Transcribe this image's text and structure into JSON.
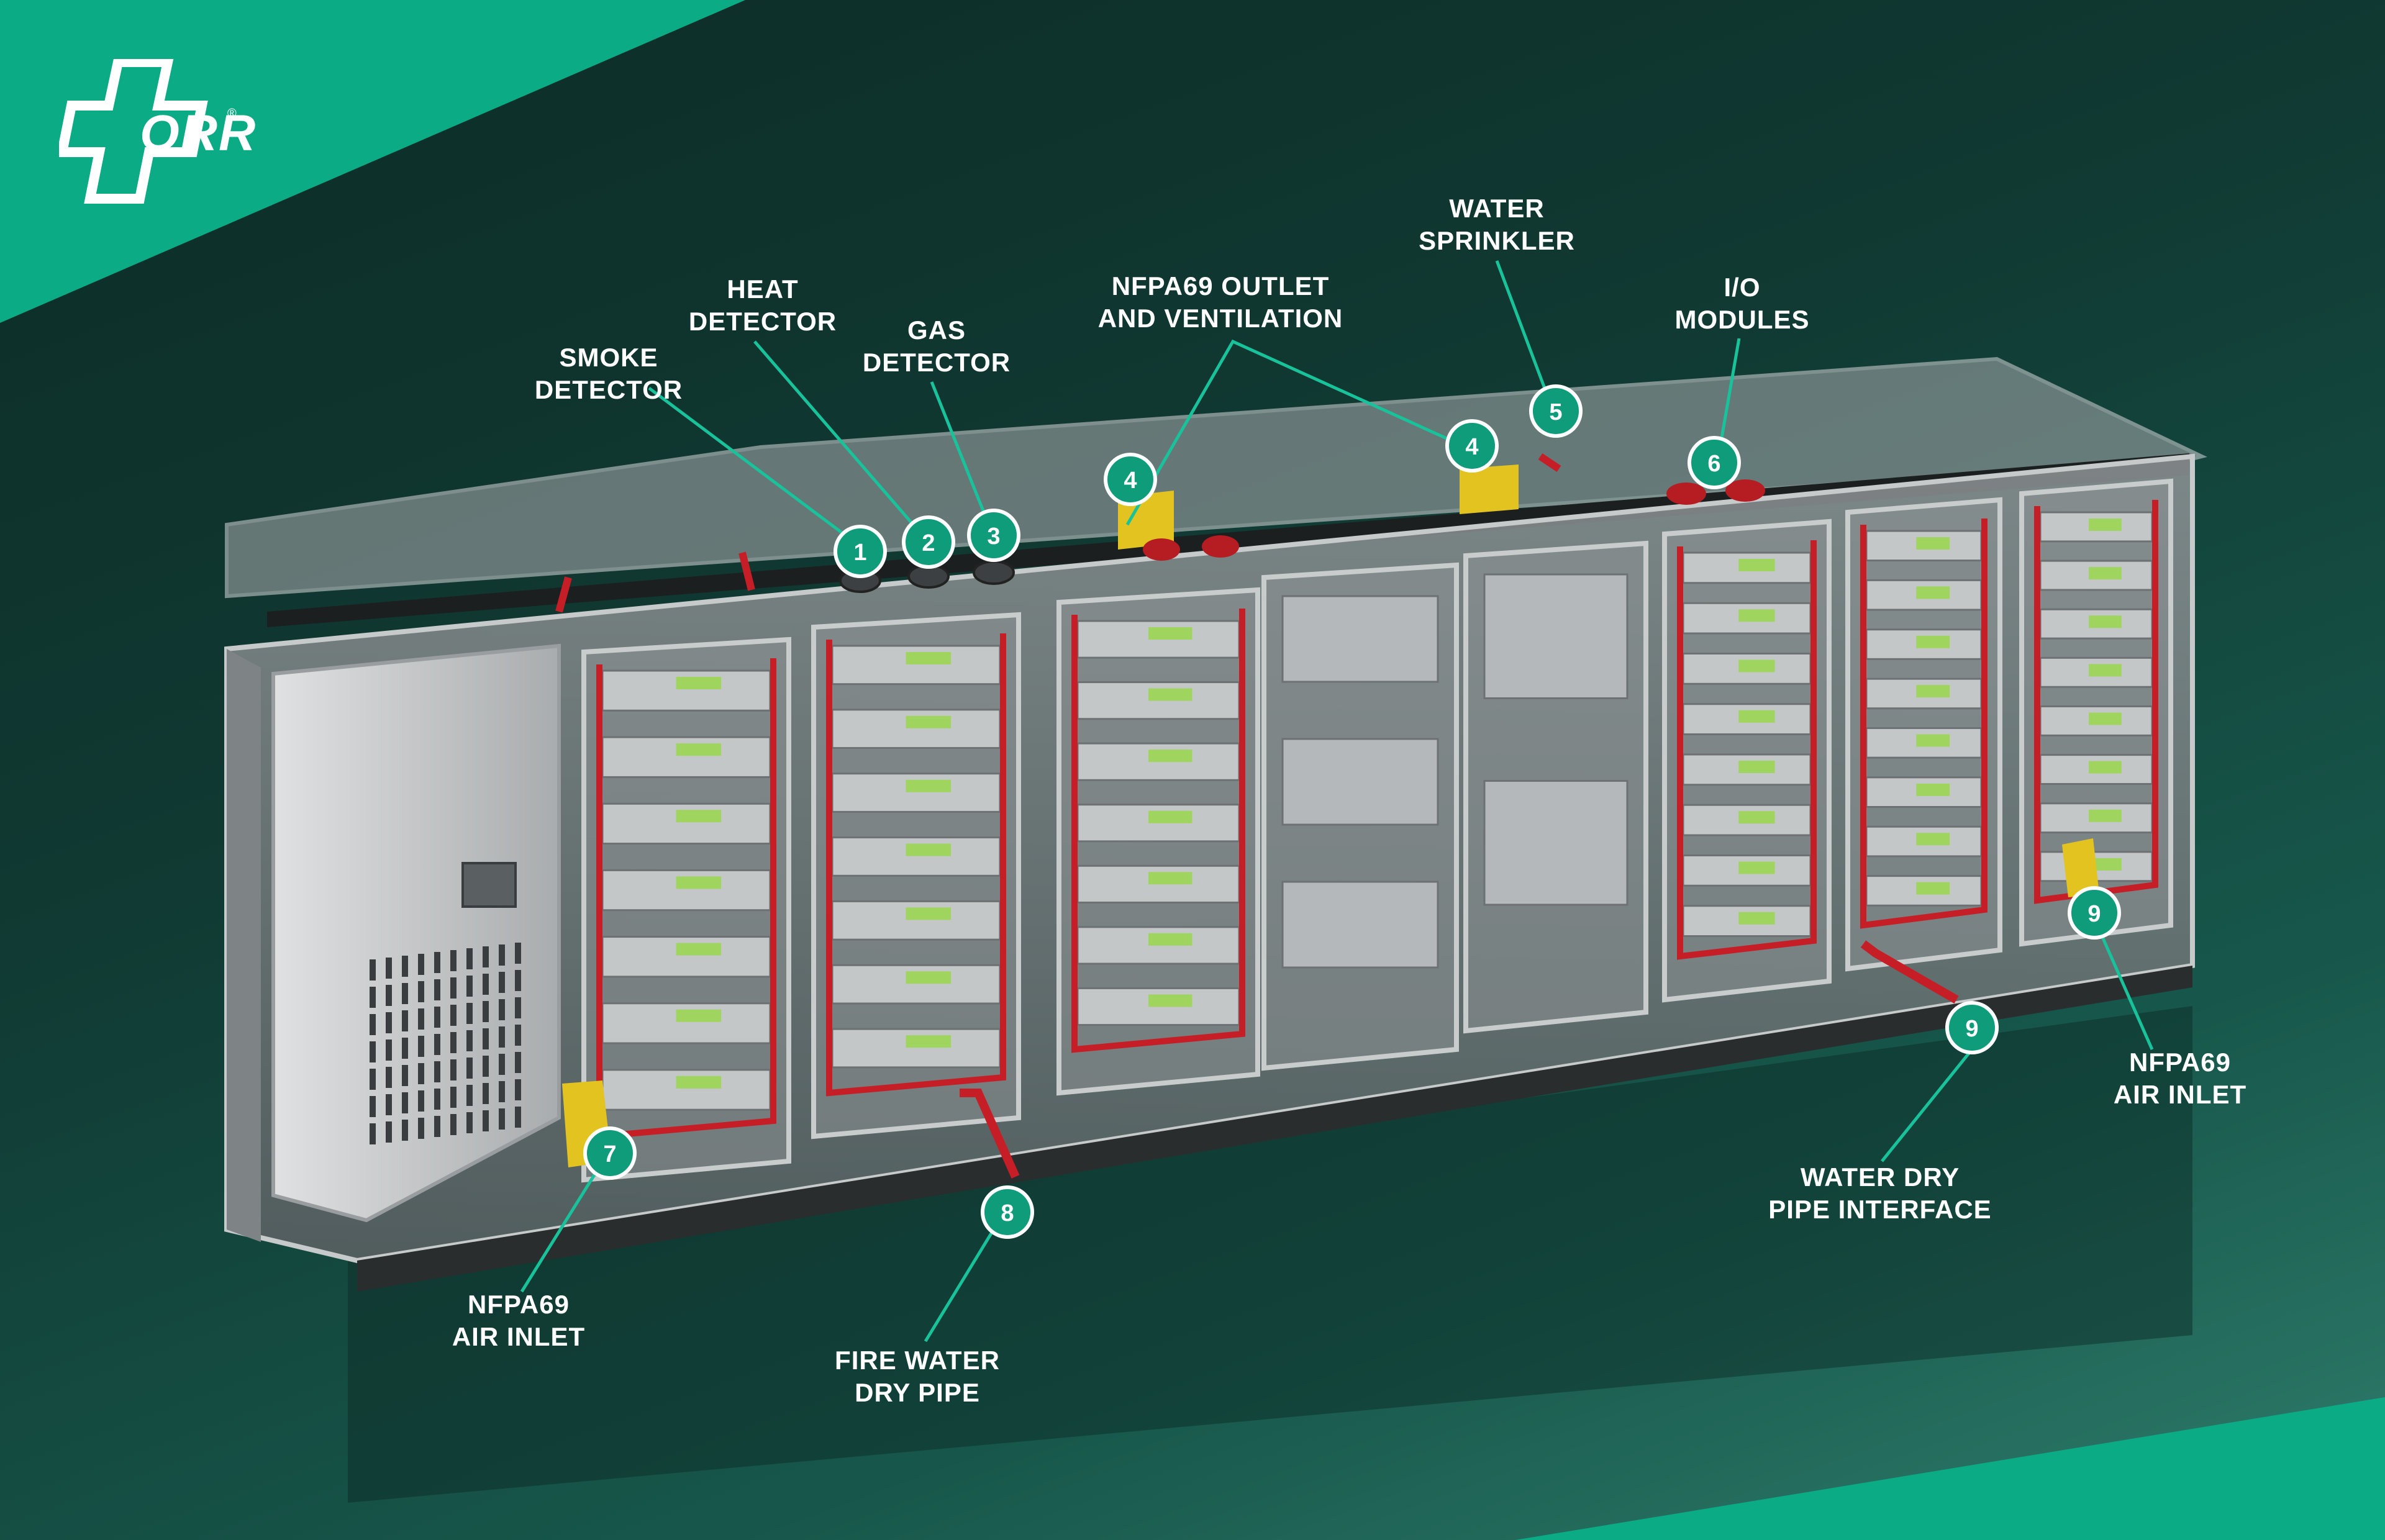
{
  "logo": {
    "text": "ORR",
    "mark": "®"
  },
  "labels": {
    "smoke": "SMOKE\nDETECTOR",
    "heat": "HEAT\nDETECTOR",
    "gas": "GAS\nDETECTOR",
    "outlet": "NFPA69 OUTLET\nAND VENTILATION",
    "sprinkler": "WATER\nSPRINKLER",
    "io": "I/O\nMODULES",
    "inlet_left": "NFPA69\nAIR INLET",
    "fire_pipe": "FIRE WATER\nDRY PIPE",
    "dry_interface": "WATER DRY\nPIPE INTERFACE",
    "inlet_right": "NFPA69\nAIR INLET"
  },
  "badges": {
    "b1": "1",
    "b2": "2",
    "b3": "3",
    "b4a": "4",
    "b4b": "4",
    "b5": "5",
    "b6": "6",
    "b7": "7",
    "b8": "8",
    "b9a": "9",
    "b9b": "9"
  },
  "colors": {
    "accent": "#0bab86",
    "badge_fill": "#0e9c7b",
    "leader_line": "#18c29a",
    "cabinet_frame": "#b9bcbd",
    "pipe_red": "#c61e26",
    "vent_yellow": "#e2c320"
  }
}
